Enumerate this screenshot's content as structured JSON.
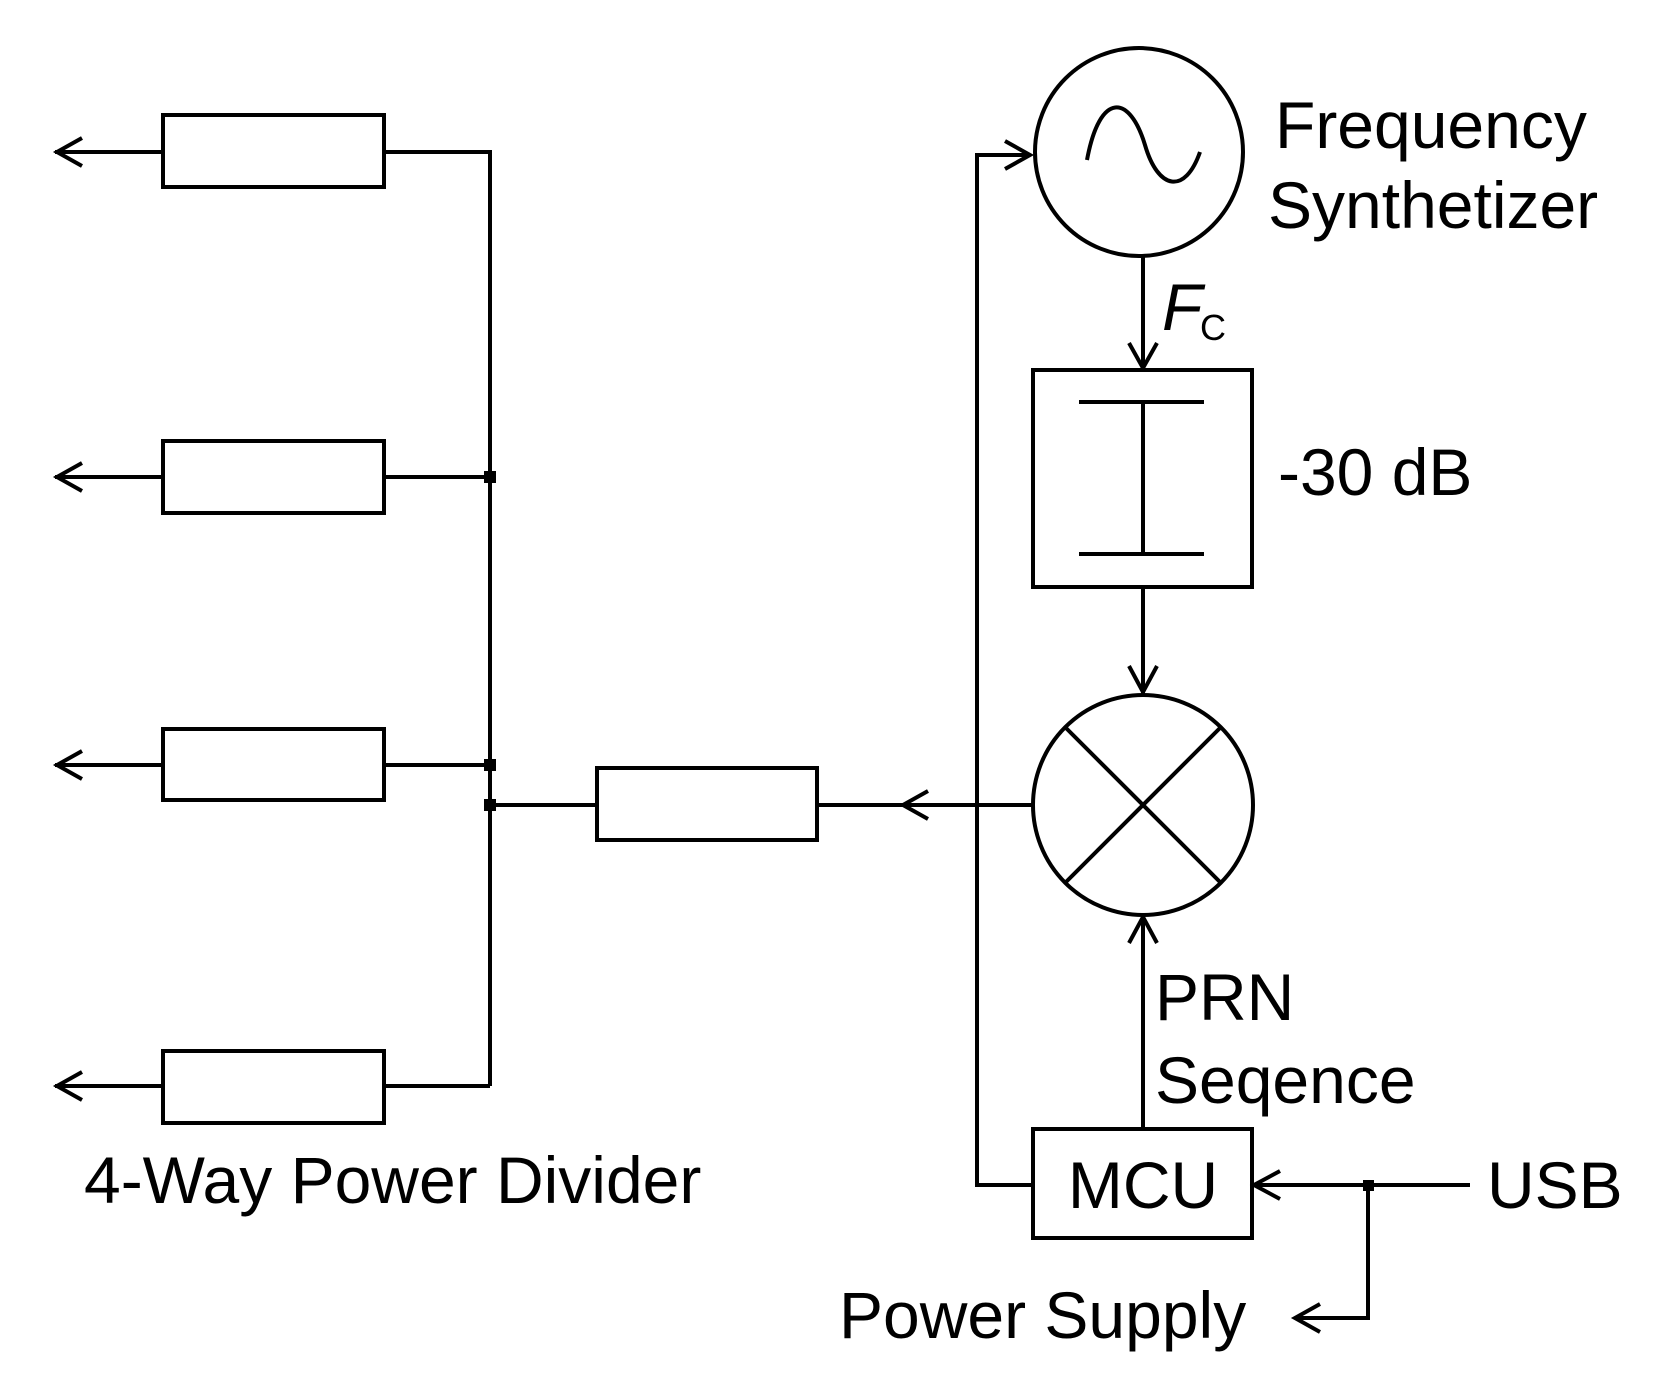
{
  "labels": {
    "frequency": "Frequency",
    "synthesizer": "Synthetizer",
    "fc_main": "F",
    "fc_sub": "C",
    "attenuation": "-30 dB",
    "prn": "PRN",
    "sequence": "Seqence",
    "mcu": "MCU",
    "usb": "USB",
    "power_supply": "Power Supply",
    "divider": "4-Way Power Divider"
  },
  "colors": {
    "stroke": "#000000",
    "background": "#ffffff"
  }
}
